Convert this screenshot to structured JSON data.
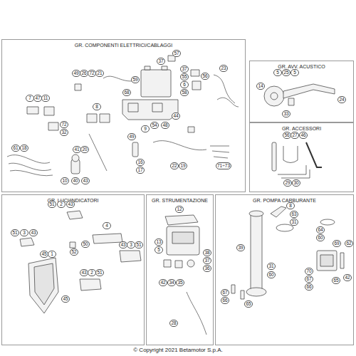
{
  "diagram": {
    "caption": "© Copyright 2021 Betamotor S.p.A.",
    "nodes": [
      {
        "text": [
          "GR. COMPONENTI ELETTRICI/CABLAGGI"
        ]
      },
      {
        "text": [
          "GR. AVV. ACUSTICO"
        ]
      },
      {
        "text": [
          "GR. ACCESSORI"
        ]
      },
      {
        "text": [
          "GR. LUCI/INDICATORI"
        ]
      },
      {
        "text": [
          "GR. STRUMENTAZIONE"
        ]
      },
      {
        "text": [
          "GR. POMPA CARBURANTE"
        ]
      }
    ],
    "labels": [
      "57",
      "37",
      "37",
      "55",
      "6",
      "58",
      "56",
      "23",
      "49",
      "26",
      "72",
      "21",
      "59",
      "68",
      "7",
      "47",
      "11",
      "8",
      "72",
      "32",
      "44",
      "54",
      "48",
      "9",
      "49",
      "61",
      "18",
      "41",
      "20",
      "16",
      "17",
      "22",
      "19",
      "71÷73",
      "10",
      "40",
      "43",
      "5",
      "25",
      "5",
      "14",
      "24",
      "33",
      "56",
      "27",
      "46",
      "29",
      "30",
      "51",
      "2",
      "43",
      "4",
      "51",
      "3",
      "43",
      "50",
      "52",
      "45",
      "1",
      "43",
      "3",
      "51",
      "43",
      "2",
      "51",
      "45",
      "12",
      "13",
      "5",
      "38",
      "37",
      "36",
      "42",
      "34",
      "35",
      "28",
      "8",
      "63",
      "31",
      "64",
      "60",
      "39",
      "69",
      "62",
      "31",
      "60",
      "70",
      "67",
      "66",
      "42",
      "65",
      "67",
      "66",
      "65"
    ]
  }
}
